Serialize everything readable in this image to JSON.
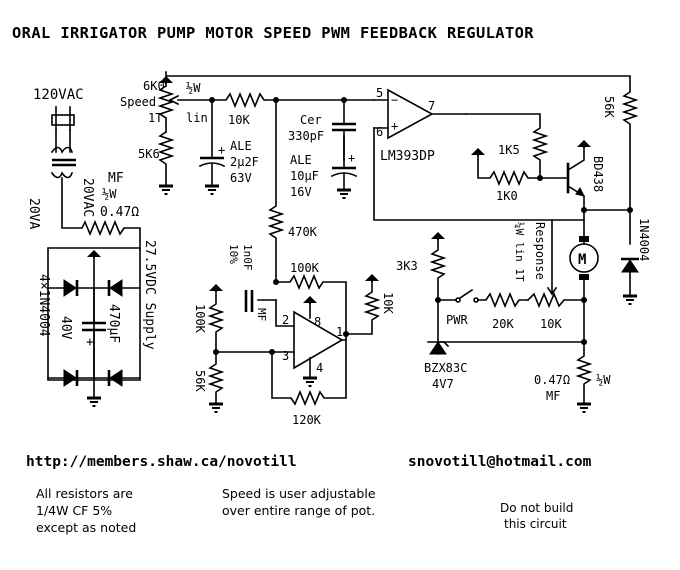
{
  "title": "ORAL IRRIGATOR PUMP MOTOR SPEED PWM FEEDBACK REGULATOR",
  "supply": {
    "mains": "120VAC",
    "transformer_va": "20VA",
    "secondary": "20VAC",
    "fuse_label": "MF",
    "fuse_rating": "½W",
    "fuse_value": "0.47Ω",
    "rail": "27.5VDC Supply",
    "bridge": "4×1N4004",
    "cap_voltage": "40V",
    "cap_value": "470μF"
  },
  "speed_pot": {
    "value": "6K0",
    "name": "Speed",
    "taper": "1T",
    "power": "½W",
    "law": "lin"
  },
  "r_5k6": "5K6",
  "r_10k_in": "10K",
  "c_ale": {
    "type": "ALE",
    "value": "2μ2F",
    "volts": "63V"
  },
  "c_cer": {
    "type": "Cer",
    "value": "330pF"
  },
  "c_ale2": {
    "type": "ALE",
    "value": "10μF",
    "volts": "16V"
  },
  "comparator": {
    "name": "LM393DP",
    "pin5": "5",
    "pin6": "6",
    "pin7": "7",
    "plus": "+",
    "minus": "−"
  },
  "r_1k5": "1K5",
  "r_1k0": "1K0",
  "transistor": "BD438",
  "r_56k_top": "56K",
  "diode_fw": "1N4004",
  "r_470k": "470K",
  "c_mf": {
    "tol": "10%",
    "value": "1n0F",
    "type": "MF"
  },
  "opamp": {
    "r_100k_fb": "100K",
    "r_10k": "10K",
    "r_120k": "120K",
    "pin1": "1",
    "pin2": "2",
    "pin3": "3",
    "pin4": "4",
    "pin8": "8",
    "r_100k_div": "100K",
    "r_56k_div": "56K"
  },
  "response": {
    "r_3k3": "3K3",
    "label": "Response",
    "rating": "¼W lin 1T",
    "r_20k": "20K",
    "r_10k": "10K",
    "pwr": "PWR"
  },
  "zener": {
    "name": "BZX83C",
    "volts": "4V7"
  },
  "sense": {
    "value": "0.47Ω",
    "power": "½W",
    "type": "MF"
  },
  "motor": "M",
  "url": "http://members.shaw.ca/novotill",
  "email": "snovotill@hotmail.com",
  "note1": [
    "All resistors are",
    "1/4W   CF   5%",
    "except as noted"
  ],
  "note2": [
    "Speed is user adjustable",
    "over entire range of pot."
  ],
  "note3": [
    "Do not build",
    "this circuit"
  ]
}
